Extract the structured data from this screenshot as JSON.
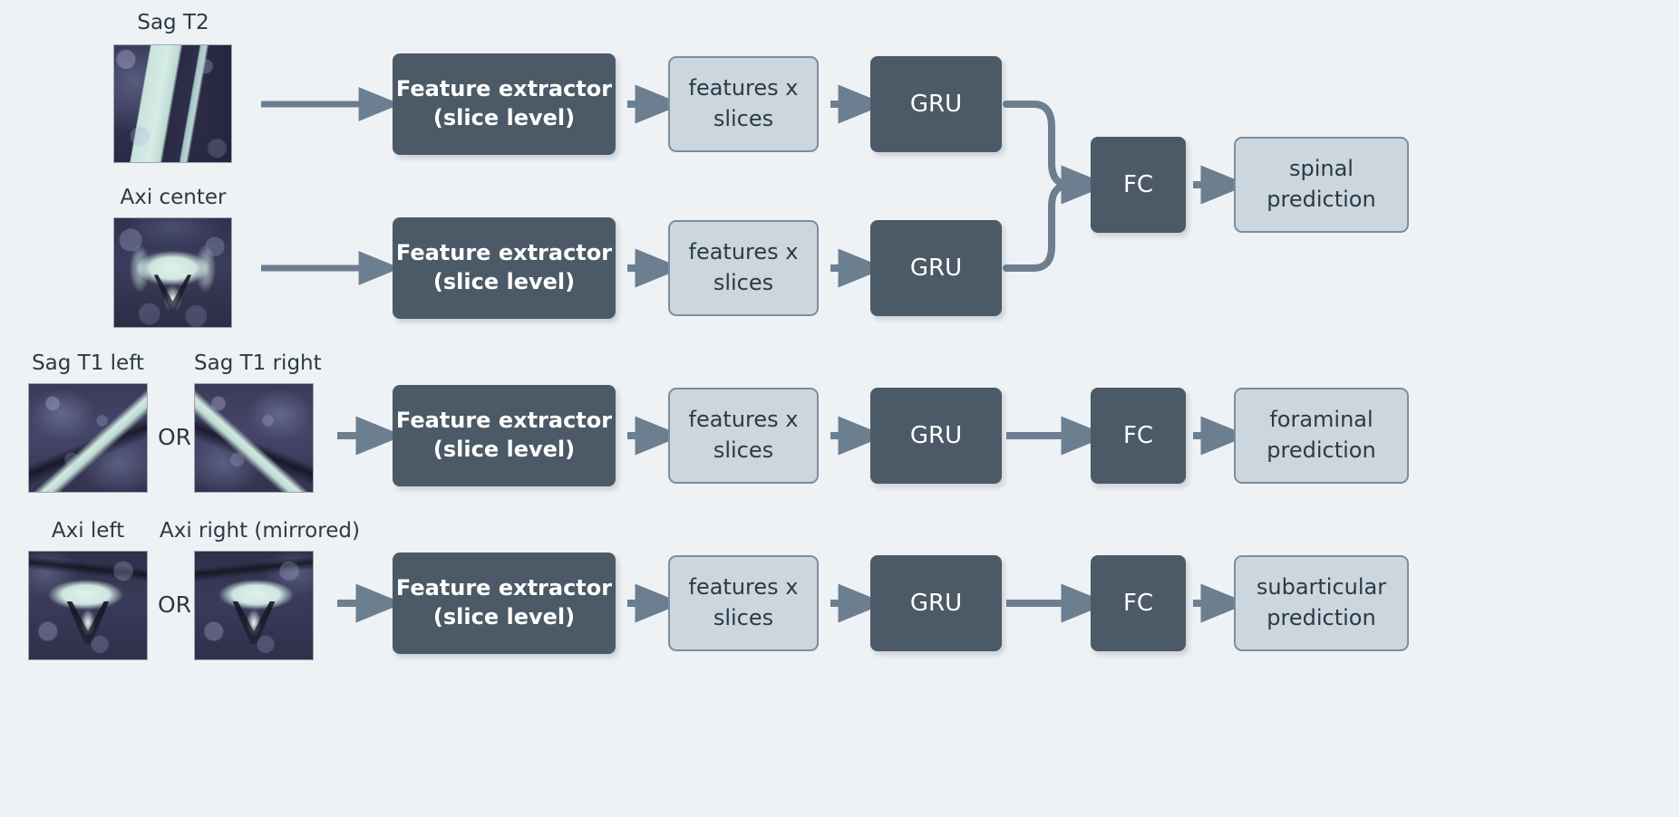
{
  "meta": {
    "title": "Multi-branch MRI classification pipeline",
    "background_color": "#eef2f5",
    "dark_box_color": "#4b5a66",
    "light_box_color": "#ccd6de",
    "light_box_border_color": "#7c8d9c",
    "arrow_color": "#6b7f90",
    "text_color": "#2b3a45"
  },
  "inputs": {
    "sag_t2": "Sag T2",
    "axi_center": "Axi center",
    "sag_t1_left": "Sag T1 left",
    "sag_t1_right": "Sag T1 right",
    "axi_left": "Axi left",
    "axi_right": "Axi right (mirrored)",
    "or_1": "OR",
    "or_2": "OR"
  },
  "rows": [
    {
      "id": "sag-t2",
      "feature_extractor": "Feature extractor\n(slice level)",
      "feature_extractor_line1": "Feature extractor",
      "feature_extractor_line2": "(slice level)",
      "features_line1": "features x",
      "features_line2": "slices",
      "gru": "GRU"
    },
    {
      "id": "axi-center",
      "feature_extractor_line1": "Feature extractor",
      "feature_extractor_line2": "(slice level)",
      "features_line1": "features x",
      "features_line2": "slices",
      "gru": "GRU"
    },
    {
      "id": "sag-t1",
      "feature_extractor_line1": "Feature extractor",
      "feature_extractor_line2": "(slice level)",
      "features_line1": "features x",
      "features_line2": "slices",
      "gru": "GRU",
      "fc": "FC",
      "prediction_line1": "foraminal",
      "prediction_line2": "prediction"
    },
    {
      "id": "axi-sub",
      "feature_extractor_line1": "Feature extractor",
      "feature_extractor_line2": "(slice level)",
      "features_line1": "features x",
      "features_line2": "slices",
      "gru": "GRU",
      "fc": "FC",
      "prediction_line1": "subarticular",
      "prediction_line2": "prediction"
    }
  ],
  "spinal_head": {
    "fc": "FC",
    "prediction_line1": "spinal",
    "prediction_line2": "prediction"
  }
}
